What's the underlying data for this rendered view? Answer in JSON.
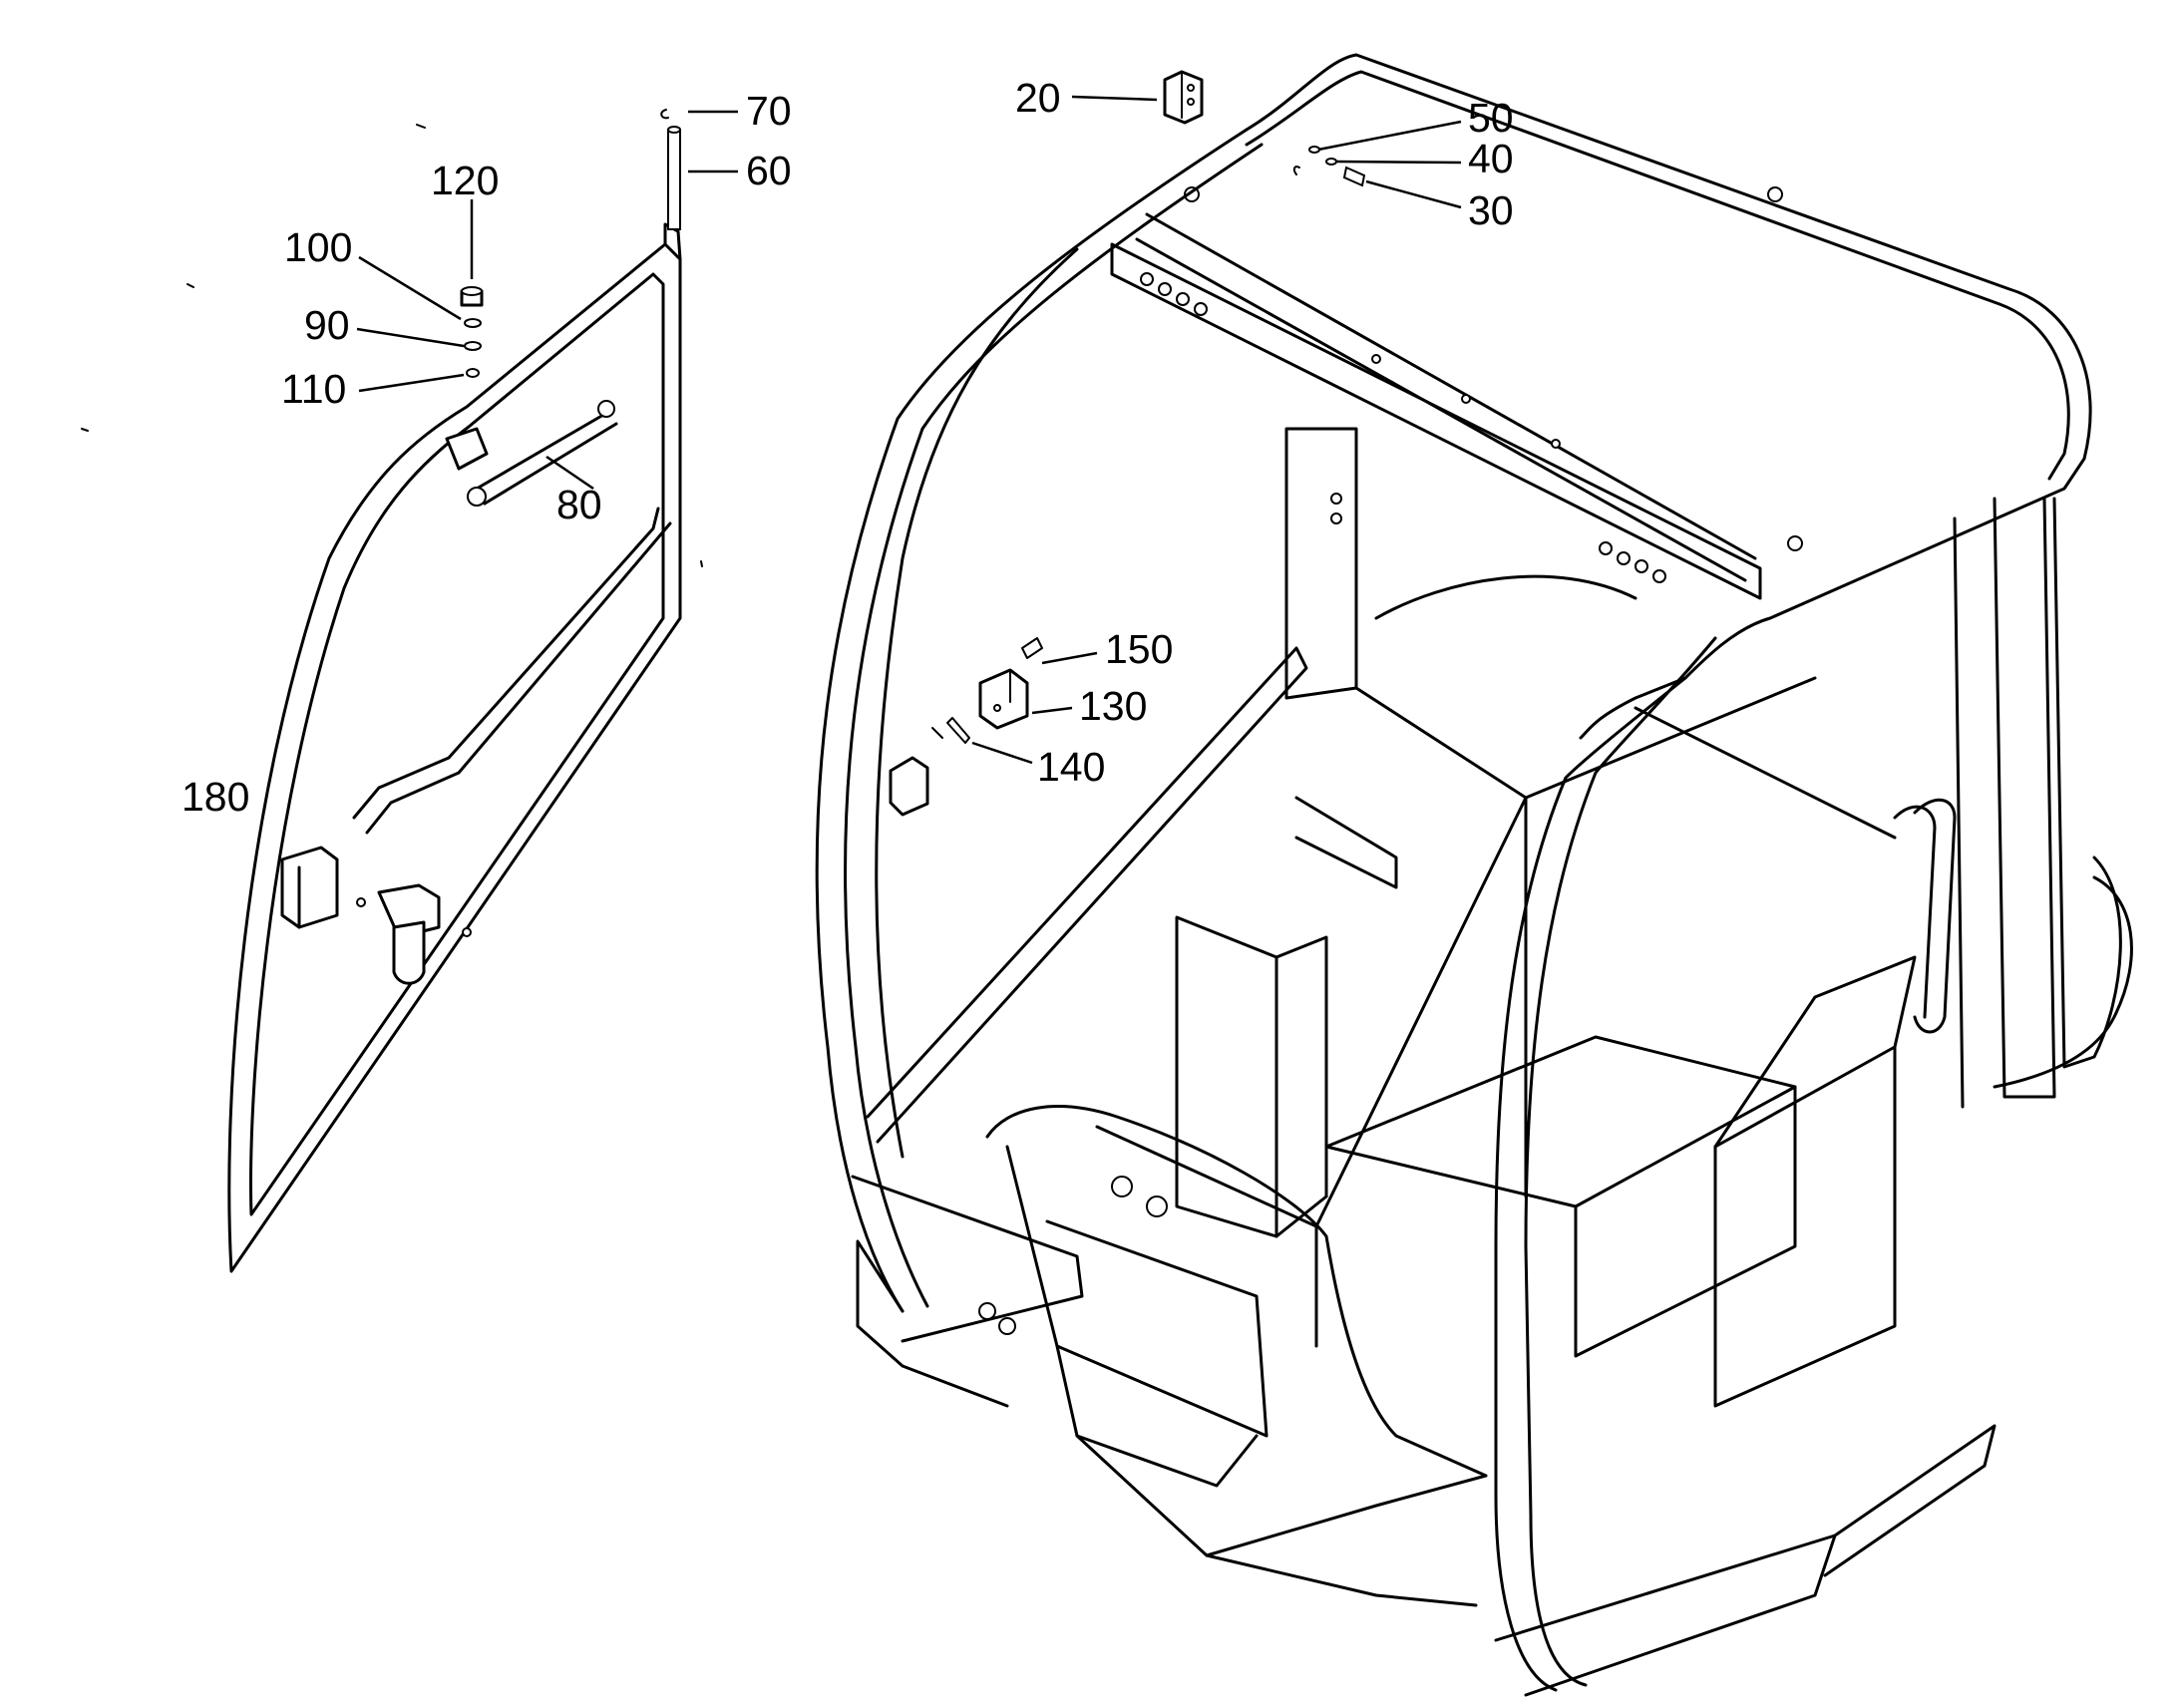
{
  "diagram": {
    "callouts": {
      "c20": "20",
      "c30": "30",
      "c40": "40",
      "c50": "50",
      "c60": "60",
      "c70": "70",
      "c80": "80",
      "c90": "90",
      "c100": "100",
      "c110": "110",
      "c120": "120",
      "c130": "130",
      "c140": "140",
      "c150": "150",
      "c180": "180"
    }
  }
}
